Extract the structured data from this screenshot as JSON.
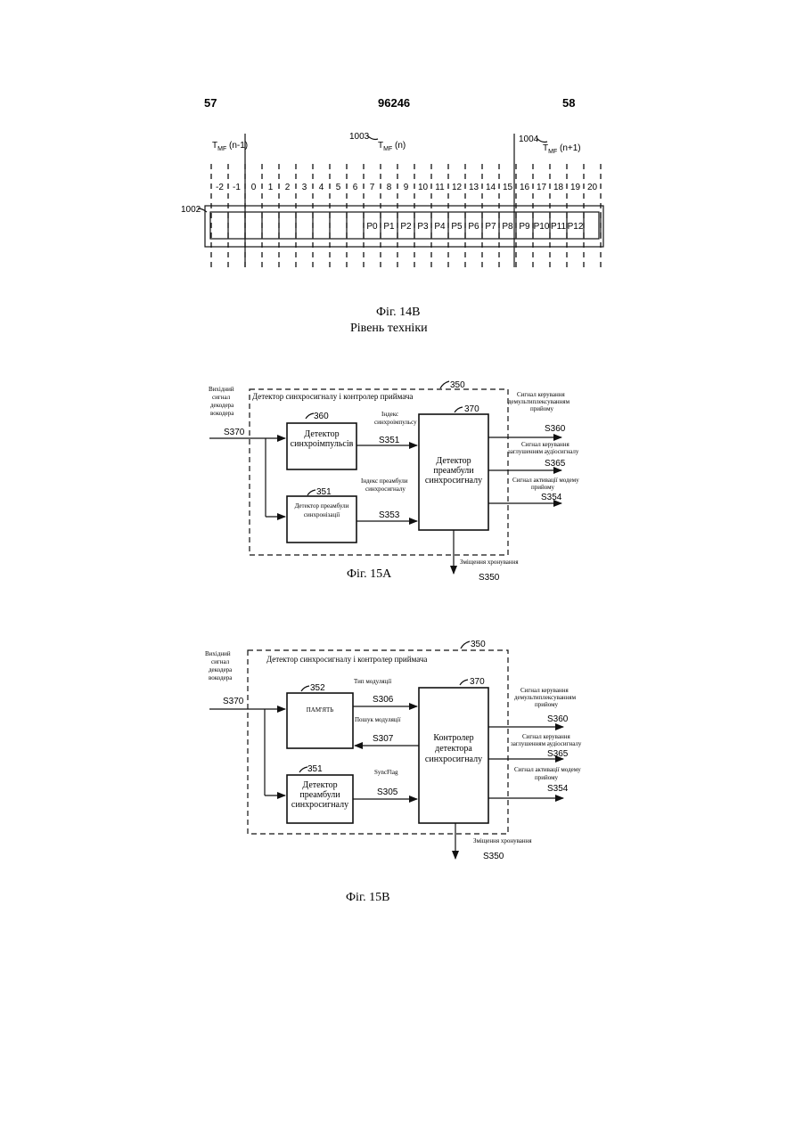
{
  "header": {
    "page_left": "57",
    "doc_number": "96246",
    "page_right": "58"
  },
  "fig14b": {
    "label_prev": "T",
    "label_prev_sub": "MF",
    "label_prev_tail": " (n-1)",
    "label_cur_ref": "1003",
    "label_cur": "T",
    "label_cur_sub": "MF",
    "label_cur_tail": " (n)",
    "label_next_ref": "1004",
    "label_next": "T",
    "label_next_sub": "MF",
    "label_next_tail": " (n+1)",
    "frame_ref": "1002",
    "slots": [
      "-2",
      "-1",
      "0",
      "1",
      "2",
      "3",
      "4",
      "5",
      "6",
      "7",
      "8",
      "9",
      "10",
      "11",
      "12",
      "13",
      "14",
      "15",
      "16",
      "17",
      "18",
      "19",
      "20"
    ],
    "preambles": [
      "P0",
      "P1",
      "P2",
      "P3",
      "P4",
      "P5",
      "P6",
      "P7",
      "P8",
      "P9",
      "P10",
      "P11",
      "P12"
    ],
    "caption": "Фіг. 14B",
    "caption2": "Рівень техніки"
  },
  "fig15a": {
    "input_label_1": "Вихідний",
    "input_label_2": "сигнал",
    "input_label_3": "декодера",
    "input_label_4": "вокодера",
    "input_signal": "S370",
    "outer_ref": "350",
    "outer_title": "Детектор синхросигналу і контролер приймача",
    "box360_ref": "360",
    "box360_l1": "Детектор",
    "box360_l2": "синхроімпульсів",
    "box351_ref": "351",
    "box351_l1": "Детектор преамбули",
    "box351_l2": "синхронізації",
    "box370_ref": "370",
    "box370_l1": "Детектор",
    "box370_l2": "преамбули",
    "box370_l3": "синхросигналу",
    "idx_sync_1": "Індекс",
    "idx_sync_2": "синхроімпульсу",
    "s351": "S351",
    "idx_pre_1": "Індекс преамбули",
    "idx_pre_2": "синхросигналу",
    "s353": "S353",
    "out1_1": "Сигнал керування",
    "out1_2": "демультиплексуванням",
    "out1_3": "прийому",
    "s360": "S360",
    "out2_1": "Сигнал керування",
    "out2_2": "заглушенням аудіосигналу",
    "s365": "S365",
    "out3_1": "Сигнал активації модему",
    "out3_2": "прийому",
    "s354": "S354",
    "timing": "Зміщення хронування",
    "s350": "S350",
    "caption": "Фіг. 15А"
  },
  "fig15b": {
    "input_label_1": "Вихідний",
    "input_label_2": "сигнал",
    "input_label_3": "декодера",
    "input_label_4": "вокодера",
    "input_signal": "S370",
    "outer_ref": "350",
    "outer_title": "Детектор синхросигналу і контролер приймача",
    "box352_ref": "352",
    "box352_l1": "ПАМ'ЯТЬ",
    "box351_ref": "351",
    "box351_l1": "Детектор",
    "box351_l2": "преамбули",
    "box351_l3": "синхросигналу",
    "box370_ref": "370",
    "box370_l1": "Контролер",
    "box370_l2": "детектора",
    "box370_l3": "синхросигналу",
    "mod_type": "Тип модуляції",
    "s306": "S306",
    "mod_search": "Пошук модуляції",
    "s307": "S307",
    "syncflag": "SyncFlag",
    "s305": "S305",
    "out1_1": "Сигнал керування",
    "out1_2": "демультиплексуванням",
    "out1_3": "прийому",
    "s360": "S360",
    "out2_1": "Сигнал керування",
    "out2_2": "заглушенням аудіосигналу",
    "s365": "S365",
    "out3_1": "Сигнал активації модему",
    "out3_2": "прийому",
    "s354": "S354",
    "timing": "Зміщення хронування",
    "s350": "S350",
    "caption": "Фіг. 15В"
  }
}
